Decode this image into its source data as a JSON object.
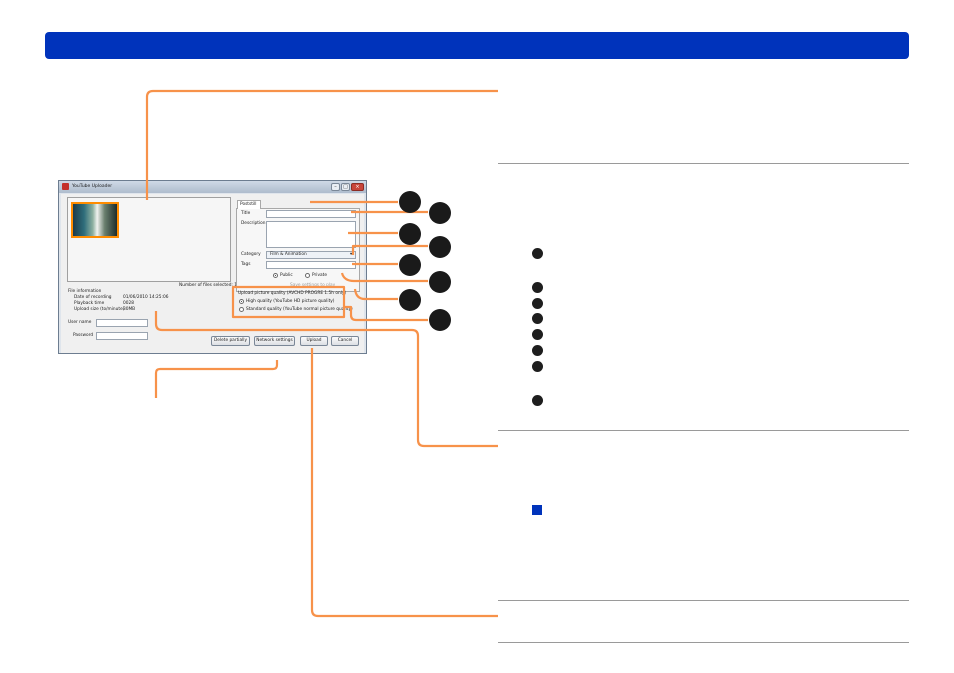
{
  "window": {
    "title": "YouTube Uploader",
    "min_glyph": "–",
    "max_glyph": "□",
    "close_glyph": "×"
  },
  "tab": {
    "label": "Poststill"
  },
  "form": {
    "title_label": "Title",
    "description_label": "Description",
    "category_label": "Category",
    "category_value": "Film & Animation",
    "tags_label": "Tags",
    "public_label": "Public",
    "private_label": "Private",
    "save_settings_label": "Save settings to play",
    "quality_heading": "Upload picture quality (AVCHD PROGRE 1.5h only)",
    "high_quality_label": "High quality (YouTube HD picture quality)",
    "standard_quality_label": "Standard quality (YouTube normal picture quality)"
  },
  "preview": {
    "files_selected": "Number of files selected: 1"
  },
  "file_info": {
    "heading": "File information",
    "date_label": "Date of recording",
    "date_value": "01/06/2010 14:25:06",
    "playback_label": "Playback time",
    "playback_value": "0028",
    "size_label": "Upload size (to/minute)",
    "size_value": "30MB"
  },
  "account": {
    "user_label": "User name",
    "password_label": "Password"
  },
  "buttons": {
    "delete": "Delete partially",
    "network": "Network settings",
    "upload": "Upload",
    "cancel": "Cancel"
  },
  "colors": {
    "header": "#0033bb",
    "callout_line": "#f7924a",
    "callout_dot": "#1a1a1a",
    "bullet_square": "#0033bb",
    "thumbnail_border": "#ff8c00"
  }
}
